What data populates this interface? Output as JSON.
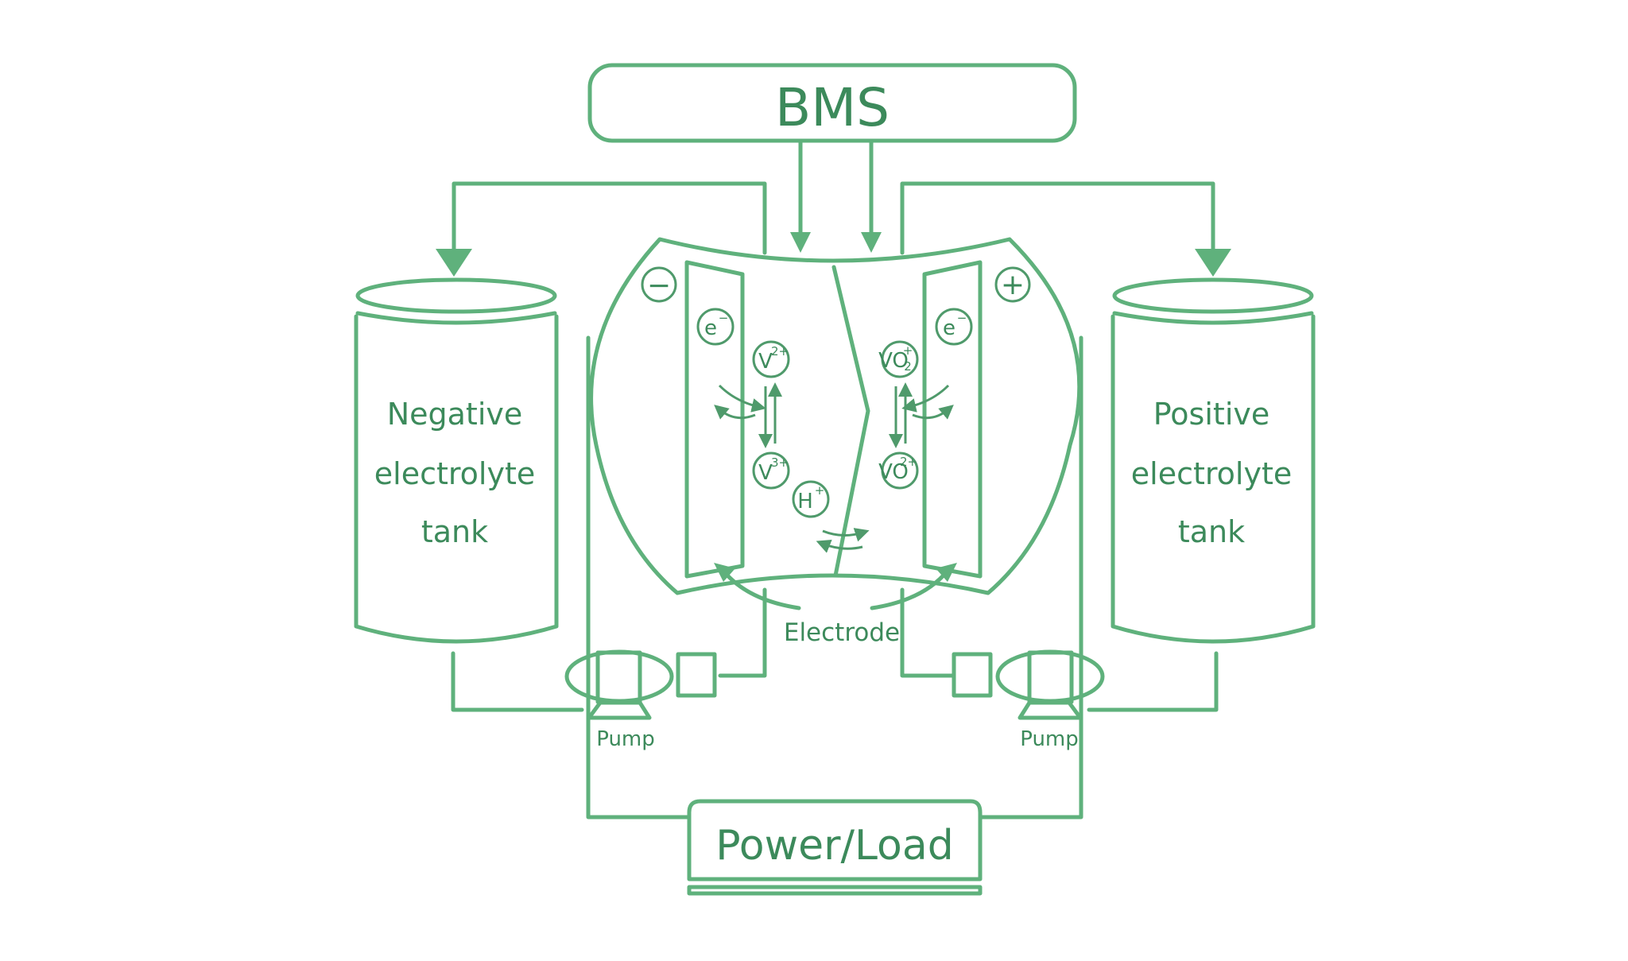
{
  "bms": {
    "label": "BMS"
  },
  "power": {
    "label": "Power/Load"
  },
  "tanks": {
    "negative": {
      "line1": "Negative",
      "line2": "electrolyte",
      "line3": "tank"
    },
    "positive": {
      "line1": "Positive",
      "line2": "electrolyte",
      "line3": "tank"
    }
  },
  "cell": {
    "negative_sign": "−",
    "positive_sign": "+",
    "electrode_label": "Electrode"
  },
  "pumps": {
    "left_label": "Pump",
    "right_label": "Pump"
  },
  "ions": {
    "electron_left": {
      "base": "e",
      "sup": "−"
    },
    "electron_right": {
      "base": "e",
      "sup": "−"
    },
    "v2": {
      "base": "V",
      "sup": "2+"
    },
    "v3": {
      "base": "V",
      "sup": "3+"
    },
    "vo2plus": {
      "base": "VO",
      "sub": "2",
      "sup": "+"
    },
    "vo2plus2": {
      "base": "VO",
      "sup": "2+"
    },
    "h": {
      "base": "H",
      "sup": "+"
    }
  },
  "colors": {
    "stroke": "#5fb17c",
    "text": "#3c8a5b",
    "background": "#ffffff"
  }
}
